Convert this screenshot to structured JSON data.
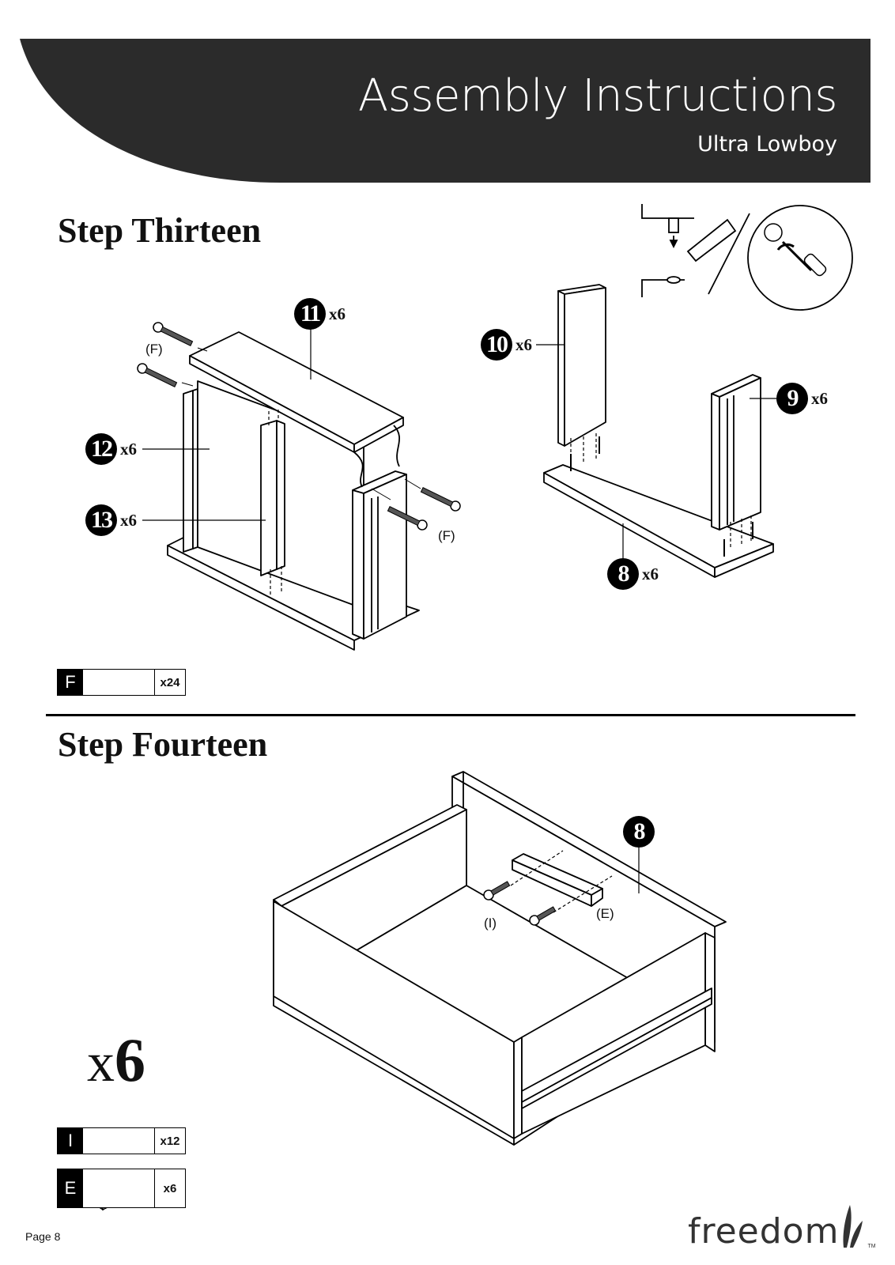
{
  "header": {
    "title": "Assembly Instructions",
    "subtitle": "Ultra Lowboy"
  },
  "step13": {
    "title": "Step Thirteen",
    "callouts": [
      {
        "part": "11",
        "qty": "x6"
      },
      {
        "part": "12",
        "qty": "x6"
      },
      {
        "part": "13",
        "qty": "x6"
      },
      {
        "part": "10",
        "qty": "x6"
      },
      {
        "part": "9",
        "qty": "x6"
      },
      {
        "part": "8",
        "qty": "x6"
      }
    ],
    "screw_label": "(F)",
    "hardware": {
      "code": "F",
      "qty": "x24"
    }
  },
  "step14": {
    "title": "Step Fourteen",
    "part": "8",
    "label_i": "(I)",
    "label_e": "(E)",
    "big_qty_prefix": "x",
    "big_qty_number": "6",
    "hardware": [
      {
        "code": "I",
        "qty": "x12"
      },
      {
        "code": "E",
        "qty": "x6"
      }
    ]
  },
  "footer": {
    "page": "Page 8",
    "logo": "freedom",
    "tm": "TM"
  },
  "colors": {
    "header_bg": "#2b2b2b"
  },
  "icons": [
    "glue-tube-icon",
    "screwdriver-icon",
    "screw-icon",
    "bracket-icon"
  ]
}
